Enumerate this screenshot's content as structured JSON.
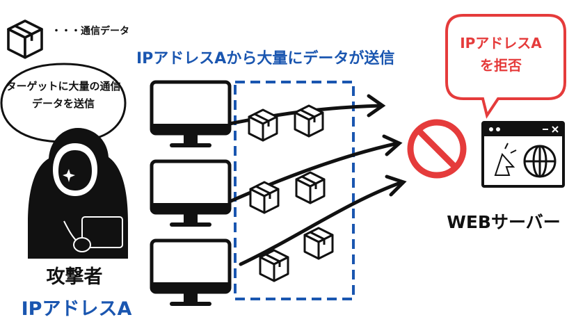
{
  "legend": {
    "icon": "box-icon",
    "text": "・・・通信データ"
  },
  "heading": "IPアドレスAから大量にデータが送信",
  "attacker": {
    "speech": "ターゲットに大量の通信データを送信",
    "label": "攻撃者",
    "ip": "IPアドレスA"
  },
  "server": {
    "speech": "IPアドレスA を拒否",
    "label": "WEBサーバー"
  },
  "colors": {
    "accent_blue": "#1a56b0",
    "alert_red": "#e53b3b",
    "ink": "#111111"
  },
  "icons": [
    "box-icon",
    "hacker-icon",
    "monitor-icon",
    "arrow-icon",
    "prohibited-icon",
    "browser-globe-icon"
  ]
}
